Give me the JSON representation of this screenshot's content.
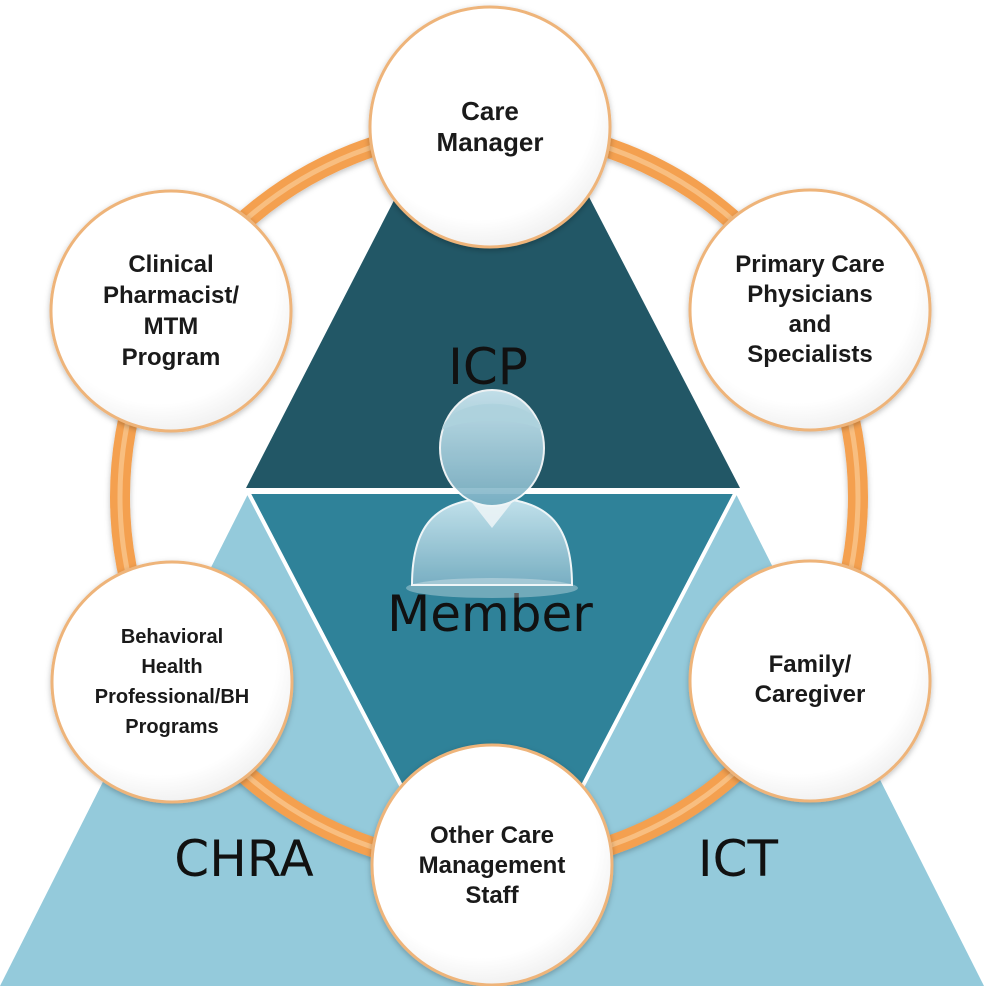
{
  "segments": {
    "top": "ICP",
    "center": "Member",
    "left": "CHRA",
    "right": "ICT"
  },
  "roles": [
    {
      "id": "care-manager",
      "label": "Care\nManager"
    },
    {
      "id": "primary-care",
      "label": "Primary Care\nPhysicians\nand\nSpecialists"
    },
    {
      "id": "family",
      "label": "Family/\nCaregiver"
    },
    {
      "id": "other-staff",
      "label": "Other Care\nManagement\nStaff"
    },
    {
      "id": "behavioral",
      "label": "Behavioral\nHealth\nProfessional/BH\nPrograms"
    },
    {
      "id": "pharmacist",
      "label": "Clinical\nPharmacist/\nMTM\nProgram"
    }
  ],
  "colors": {
    "ring": "#f0a04b",
    "top_triangle": "#225766",
    "center_triangle": "#2f8299",
    "outer_triangle": "#94cadb",
    "node_fill": "#ffffff",
    "node_border": "#e9a866"
  },
  "icons": {
    "center": "person-icon"
  }
}
